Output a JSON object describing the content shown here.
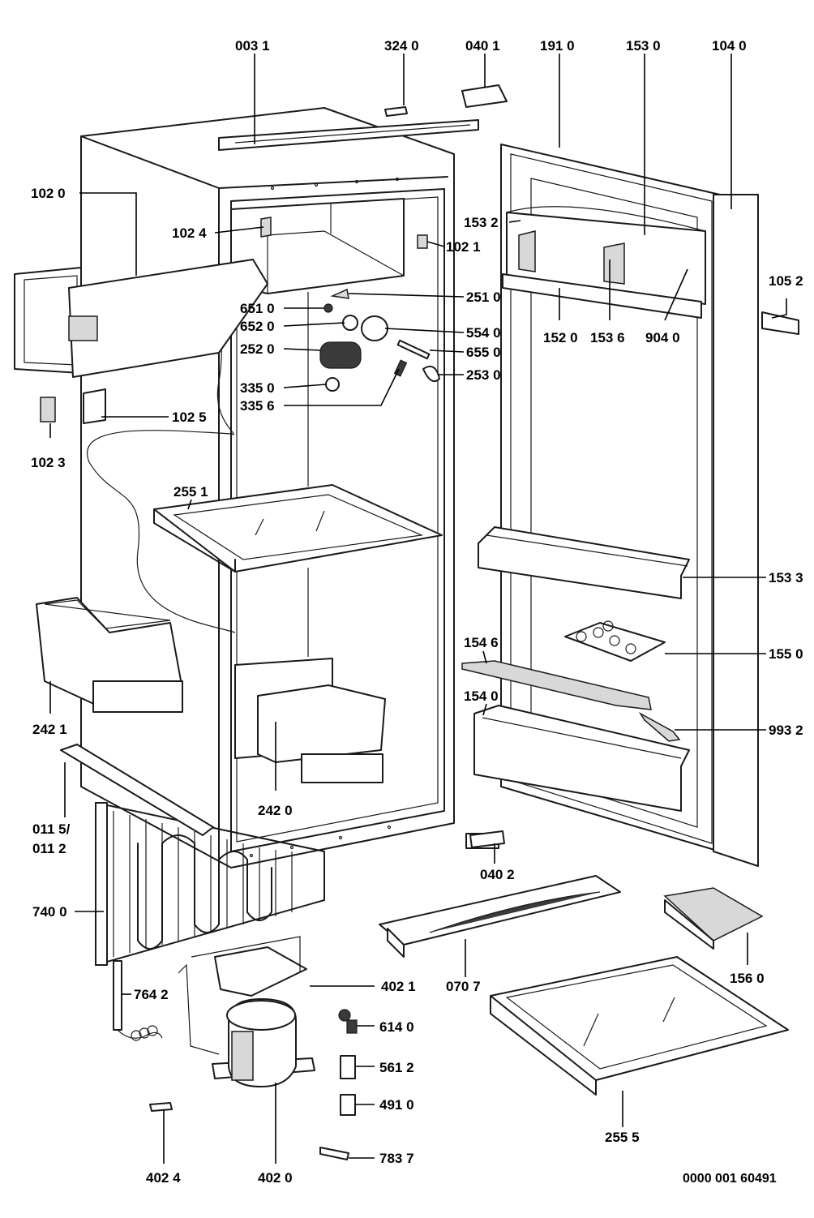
{
  "document_number": "0000 001 60491",
  "callouts": {
    "c0031": "003 1",
    "c3240": "324 0",
    "c0401": "040 1",
    "c1910": "191 0",
    "c1530": "153 0",
    "c1040": "104 0",
    "c1020": "102 0",
    "c1024": "102 4",
    "c1021": "102 1",
    "c1532": "153 2",
    "c1052": "105 2",
    "c2510": "251 0",
    "c6510": "651 0",
    "c6520": "652 0",
    "c5540": "554 0",
    "c2520": "252 0",
    "c6550": "655 0",
    "c2530": "253 0",
    "c1520": "152 0",
    "c1536": "153 6",
    "c9040": "904 0",
    "c3350": "335 0",
    "c3356": "335 6",
    "c1025": "102 5",
    "c1023": "102 3",
    "c2551": "255 1",
    "c1533": "153 3",
    "c1546": "154 6",
    "c1550": "155 0",
    "c2421": "242 1",
    "c1540": "154 0",
    "c9932": "993 2",
    "c2420": "242 0",
    "c0115": "011 5/",
    "c0112": "011 2",
    "c0402": "040 2",
    "c7400": "740 0",
    "c1560": "156 0",
    "c7642": "764 2",
    "c4021": "402 1",
    "c0707": "070 7",
    "c6140": "614 0",
    "c5612": "561 2",
    "c4910": "491 0",
    "c2555": "255 5",
    "c7837": "783 7",
    "c4024": "402 4",
    "c4020": "402 0"
  }
}
